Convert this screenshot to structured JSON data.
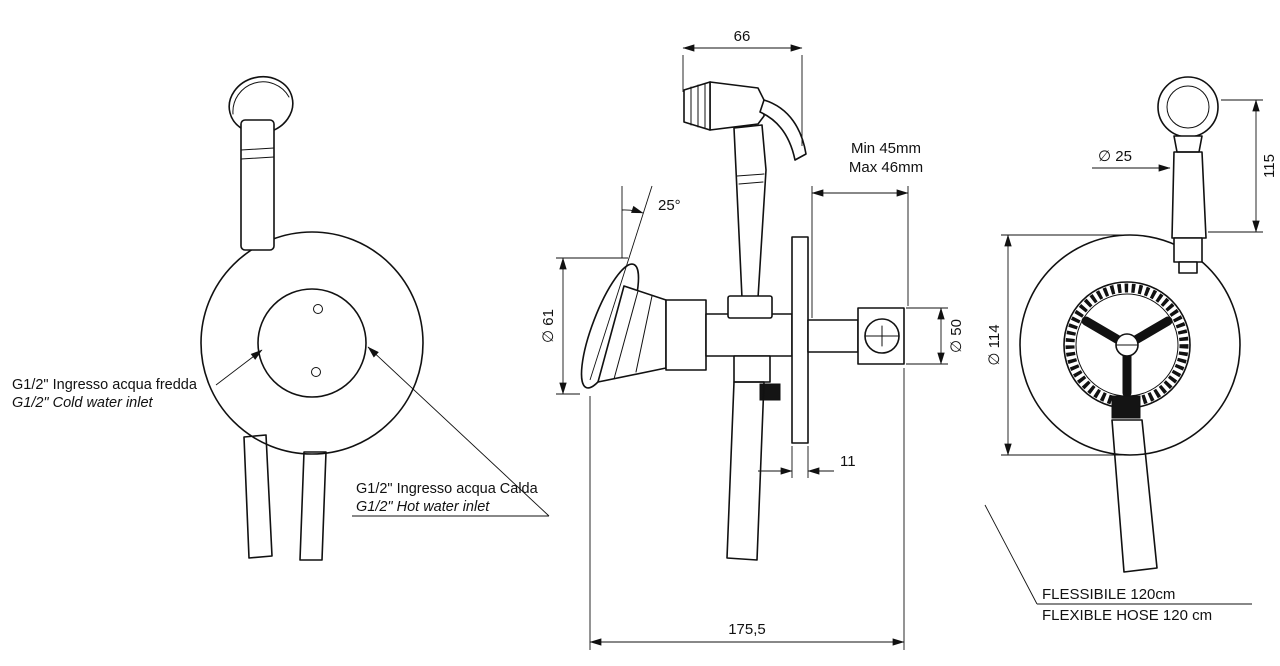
{
  "drawing": {
    "front_view": {
      "cold_label_it": "G1/2\" Ingresso acqua fredda",
      "cold_label_en": "G1/2\" Cold water inlet",
      "hot_label_it": "G1/2\" Ingresso acqua Calda",
      "hot_label_en": "G1/2\" Hot water inlet"
    },
    "side_view": {
      "dim_head_width": "66",
      "dim_handle_angle": "25°",
      "dim_handwheel_dia": "∅ 61",
      "dim_wall_min": "Min 45mm",
      "dim_wall_max": "Max 46mm",
      "dim_body_dia": "∅ 50",
      "dim_plate_thickness": "11",
      "dim_overall_depth": "175,5"
    },
    "rear_view": {
      "dim_head_dia": "∅ 25",
      "dim_head_height": "115",
      "dim_plate_dia": "∅ 114",
      "hose_label_it": "FLESSIBILE 120cm",
      "hose_label_en": "FLEXIBLE HOSE 120 cm"
    },
    "colors": {
      "cold": "#0000cd",
      "hot": "#d40000",
      "line": "#111111"
    }
  }
}
